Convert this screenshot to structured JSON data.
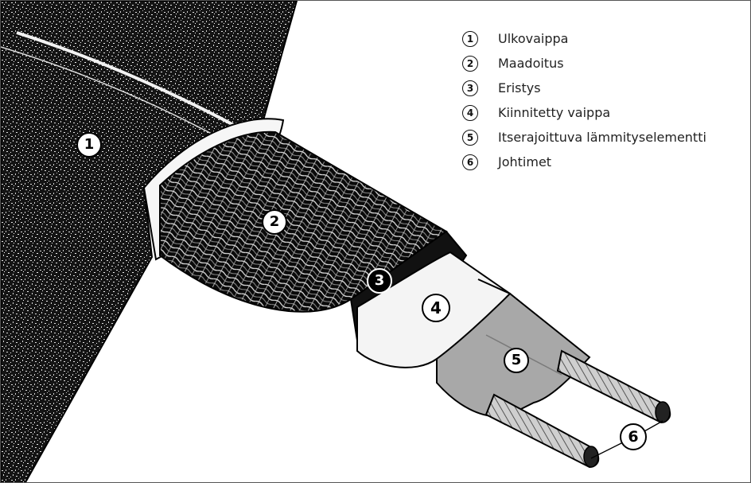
{
  "legend": {
    "items": [
      {
        "num": "1",
        "label": "Ulkovaippa"
      },
      {
        "num": "2",
        "label": "Maadoitus"
      },
      {
        "num": "3",
        "label": "Eristys"
      },
      {
        "num": "4",
        "label": "Kiinnitetty vaippa"
      },
      {
        "num": "5",
        "label": "Itserajoittuva lämmityselementti"
      },
      {
        "num": "6",
        "label": "Johtimet"
      }
    ]
  },
  "callouts": {
    "c1": "1",
    "c2": "2",
    "c3": "3",
    "c4": "4",
    "c5": "5",
    "c6": "6"
  },
  "colors": {
    "outer_jacket": "#141414",
    "jacket_speckle": "#dcdcdc",
    "braid": "#0a0a0a",
    "insulation": "#111111",
    "bonded_jacket": "#f4f4f4",
    "core": "#a8a8a8",
    "conductor": "#cfcfcf"
  }
}
